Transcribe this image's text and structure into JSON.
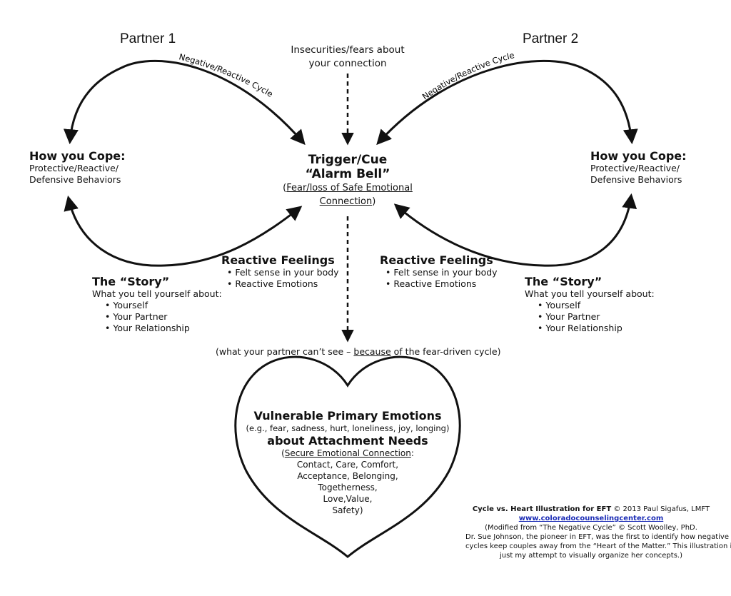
{
  "partner1": "Partner 1",
  "partner2": "Partner 2",
  "insecurities": [
    "Insecurities/fears about",
    "your connection"
  ],
  "cycle_label": "Negative/Reactive Cycle",
  "trigger": {
    "title": "Trigger/Cue",
    "subtitle": "“Alarm Bell”",
    "line1_open": "(",
    "line1_underlined": "Fear/loss of Safe Emotional",
    "line2_underlined": "Connection",
    "line2_close": ")"
  },
  "cope": {
    "title": "How you Cope:",
    "line1": "Protective/Reactive/",
    "line2": "Defensive Behaviors"
  },
  "reactive": {
    "title": "Reactive Feelings",
    "bullets": [
      "Felt sense in your body",
      "Reactive Emotions"
    ]
  },
  "story": {
    "title": "The “Story”",
    "intro": "What you tell yourself about:",
    "bullets": [
      "Yourself",
      "Your Partner",
      "Your Relationship"
    ]
  },
  "hidden": {
    "before": "(what your partner can’t see – ",
    "underlined": "because",
    "after": " of the fear-driven cycle)"
  },
  "heart": {
    "title1": "Vulnerable Primary Emotions",
    "examples": "(e.g., fear, sadness, hurt, loneliness, joy, longing)",
    "title2": "about Attachment Needs",
    "secure_open": "(",
    "secure_underlined": "Secure Emotional Connection",
    "secure_colon": ":",
    "needs": [
      "Contact, Care, Comfort,",
      "Acceptance, Belonging,",
      "Togetherness,",
      "Love,Value,",
      "Safety)"
    ]
  },
  "credits": {
    "title": "Cycle vs. Heart Illustration for EFT",
    "copyright": " © 2013 Paul Sigafus, LMFT",
    "website": "www.coloradocounselingcenter.com",
    "modified": "(Modified from “The Negative Cycle” © Scott Woolley, PhD.",
    "line1": "Dr. Sue Johnson, the pioneer in EFT, was the first to identify how negative",
    "line2": "cycles keep couples away from the “Heart of the Matter.” This illustration is",
    "line3": "just my attempt to visually organize her concepts.)"
  }
}
